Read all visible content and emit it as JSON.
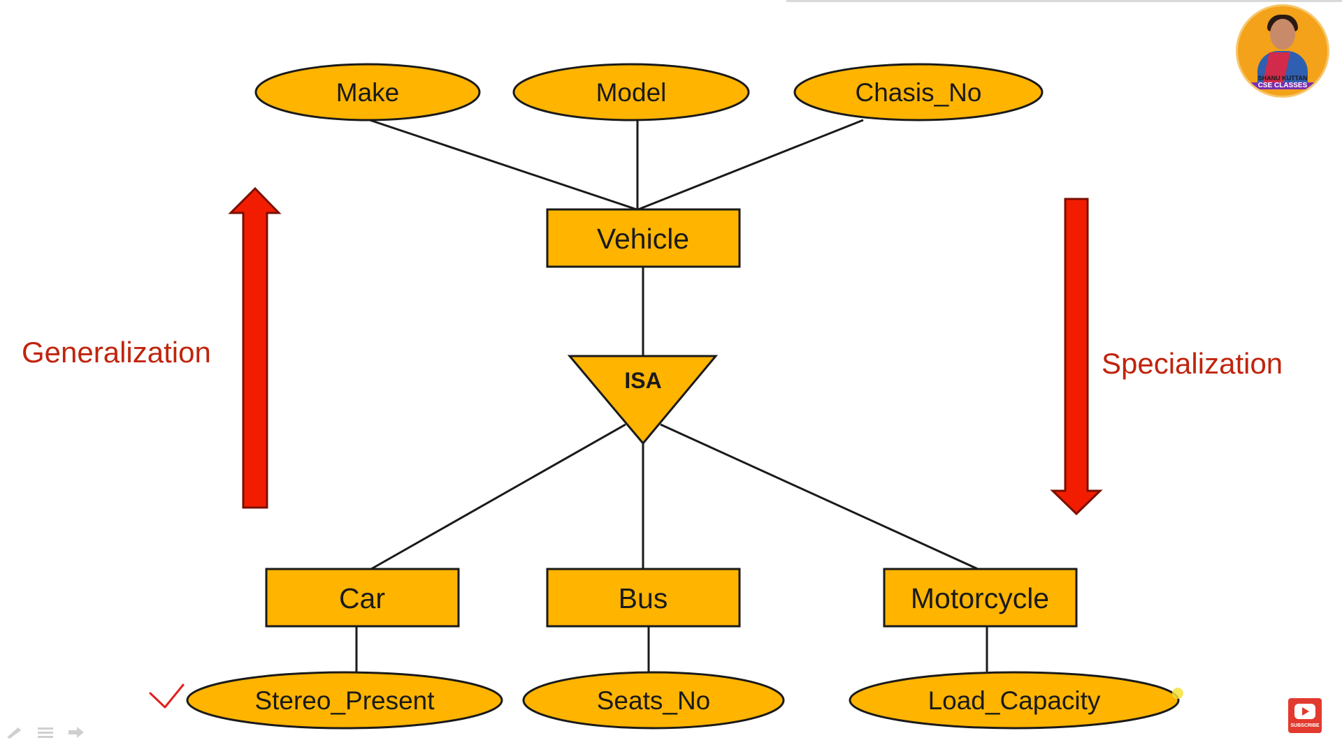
{
  "colors": {
    "node_fill": "#FFB400",
    "node_stroke": "#1a1a1a",
    "arrow_fill": "#F21D00",
    "arrow_stroke": "#7a0f00",
    "side_text": "#C0240D",
    "checkmark": "#E02020"
  },
  "diagram": {
    "attributes_top": [
      "Make",
      "Model",
      "Chasis_No"
    ],
    "root_entity": "Vehicle",
    "isa_label": "ISA",
    "sub_entities": [
      "Car",
      "Bus",
      "Motorcycle"
    ],
    "attributes_bottom": [
      "Stereo_Present",
      "Seats_No",
      "Load_Capacity"
    ]
  },
  "side_labels": {
    "left": "Generalization",
    "right": "Specialization"
  },
  "arrows": {
    "left": "up-arrow",
    "right": "down-arrow"
  },
  "channel": {
    "name": "SHANU KUTTAN",
    "subtitle": "CSE CLASSES",
    "subscribe_label": "SUBSCRIBE"
  },
  "icons": [
    "check-mark-icon",
    "pen-icon",
    "menu-icon",
    "next-slide-icon",
    "youtube-play-icon"
  ]
}
